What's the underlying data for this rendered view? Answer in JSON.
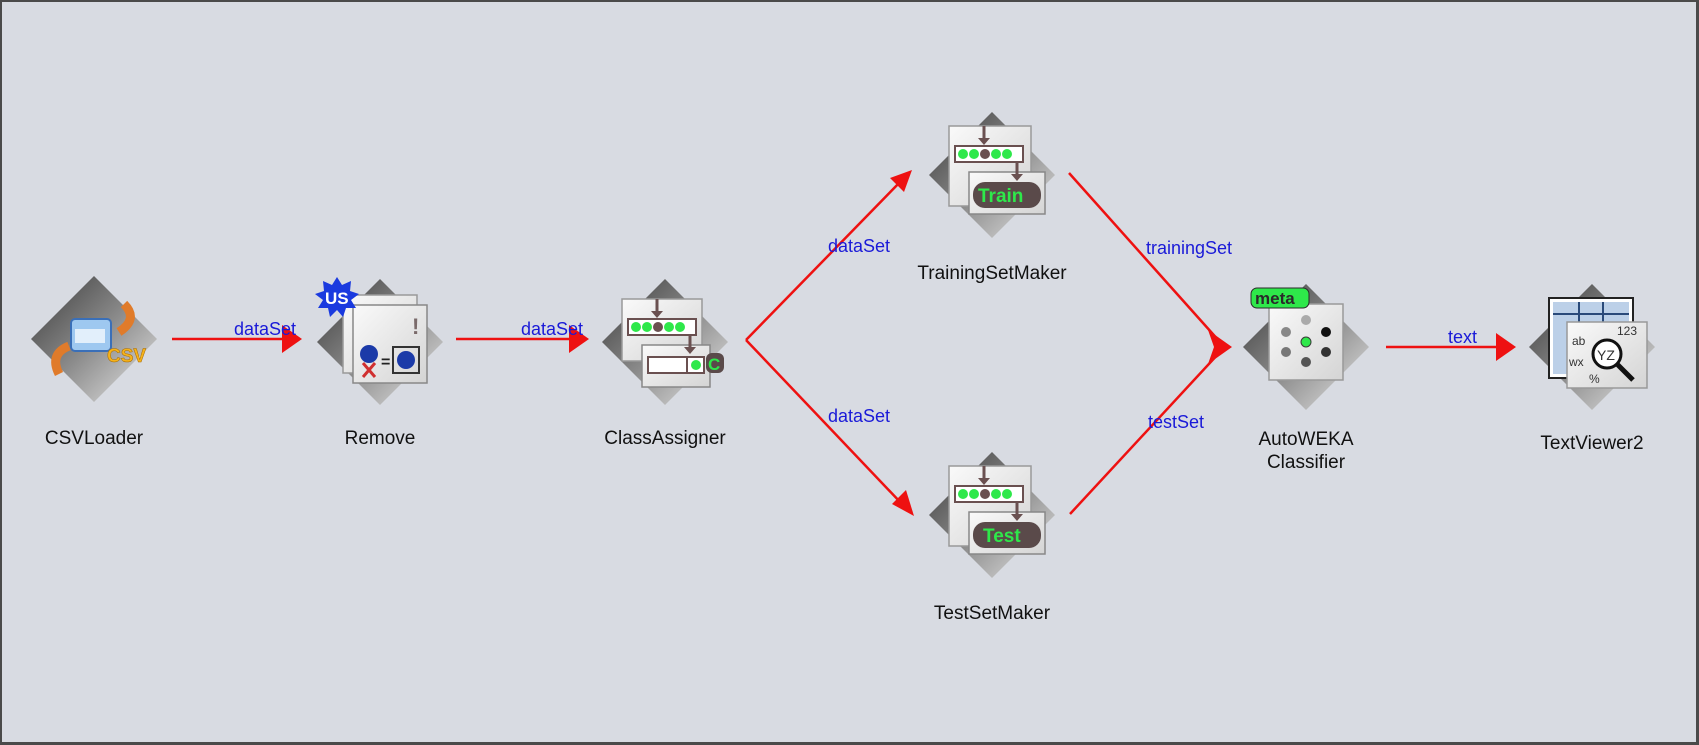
{
  "canvas": {
    "background": "#d8dbe2",
    "edge_color": "#ee1111",
    "edge_label_color": "#1a1ad8"
  },
  "nodes": [
    {
      "id": "csvloader",
      "label": "CSVLoader",
      "icon": "csv-loader-icon",
      "badge": "CSV"
    },
    {
      "id": "remove",
      "label": "Remove",
      "icon": "remove-filter-icon",
      "badge": "US"
    },
    {
      "id": "classassigner",
      "label": "ClassAssigner",
      "icon": "class-assigner-icon",
      "badge": "C"
    },
    {
      "id": "trainingsetmaker",
      "label": "TrainingSetMaker",
      "icon": "training-set-maker-icon",
      "badge": "Train"
    },
    {
      "id": "testsetmaker",
      "label": "TestSetMaker",
      "icon": "test-set-maker-icon",
      "badge": "Test"
    },
    {
      "id": "autoweka",
      "label_line1": "AutoWEKA",
      "label_line2": "Classifier",
      "icon": "autoweka-classifier-icon",
      "badge": "meta"
    },
    {
      "id": "textviewer",
      "label": "TextViewer2",
      "icon": "text-viewer-icon",
      "badge_text": [
        "ab",
        "123",
        "wx",
        "YZ",
        "%"
      ]
    }
  ],
  "edges": [
    {
      "from": "CSVLoader",
      "to": "Remove",
      "label": "dataSet"
    },
    {
      "from": "Remove",
      "to": "ClassAssigner",
      "label": "dataSet"
    },
    {
      "from": "ClassAssigner",
      "to": "TrainingSetMaker",
      "label": "dataSet"
    },
    {
      "from": "ClassAssigner",
      "to": "TestSetMaker",
      "label": "dataSet"
    },
    {
      "from": "TrainingSetMaker",
      "to": "AutoWEKA Classifier",
      "label": "trainingSet"
    },
    {
      "from": "TestSetMaker",
      "to": "AutoWEKA Classifier",
      "label": "testSet"
    },
    {
      "from": "AutoWEKA Classifier",
      "to": "TextViewer2",
      "label": "text"
    }
  ]
}
